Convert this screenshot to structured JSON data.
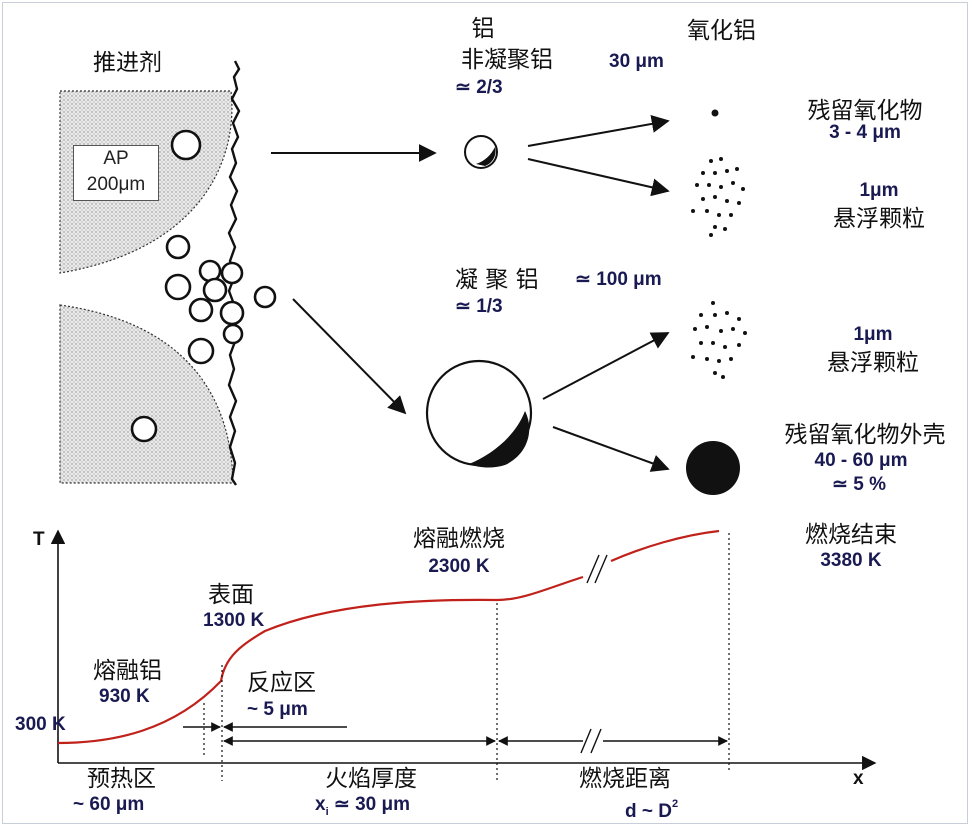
{
  "propellant": {
    "title": "推进剂",
    "ap_line1": "AP",
    "ap_line2": "200μm"
  },
  "aluminum": {
    "title": "铝",
    "non_agglomerated": "非凝聚铝",
    "non_agglomerated_fraction": "≃ 2/3",
    "agglomerated_cn": "凝 聚 铝",
    "agglomerated_size": "≃ 100 μm",
    "agglomerated_fraction": "≃ 1/3"
  },
  "alumina": {
    "title": "氧化铝",
    "size": "30 μm",
    "residual_oxide": "残留氧化物",
    "residual_size": "3 - 4 μm",
    "smoke_size_1": "1μm",
    "smoke_label_1": "悬浮颗粒",
    "smoke_size_2": "1μm",
    "smoke_label_2": "悬浮颗粒",
    "shell": "残留氧化物外壳",
    "shell_size": "40 - 60 μm",
    "shell_fraction": "≃ 5 %"
  },
  "profile": {
    "y_axis": "T",
    "x_axis": "x",
    "initial_temp": "300 K",
    "melt_al": "熔融铝",
    "melt_al_temp": "930 K",
    "surface": "表面",
    "surface_temp": "1300 K",
    "reaction_zone": "反应区",
    "reaction_zone_size": "~ 5 μm",
    "melt_burn": "熔融燃烧",
    "melt_burn_temp": "2300 K",
    "burn_end": "燃烧结束",
    "burn_end_temp": "3380 K",
    "preheat_zone": "预热区",
    "preheat_size": "~ 60 μm",
    "flame_thickness": "火焰厚度",
    "flame_formula_x": "x",
    "flame_formula_sub": "i",
    "flame_formula_rest": " ≃ 30 μm",
    "burn_distance": "燃烧距离",
    "burn_distance_formula": "d ~ D",
    "burn_distance_exp": "2"
  },
  "colors": {
    "curve": "#c0211b",
    "ink": "#111111",
    "value": "#1a1a52"
  }
}
